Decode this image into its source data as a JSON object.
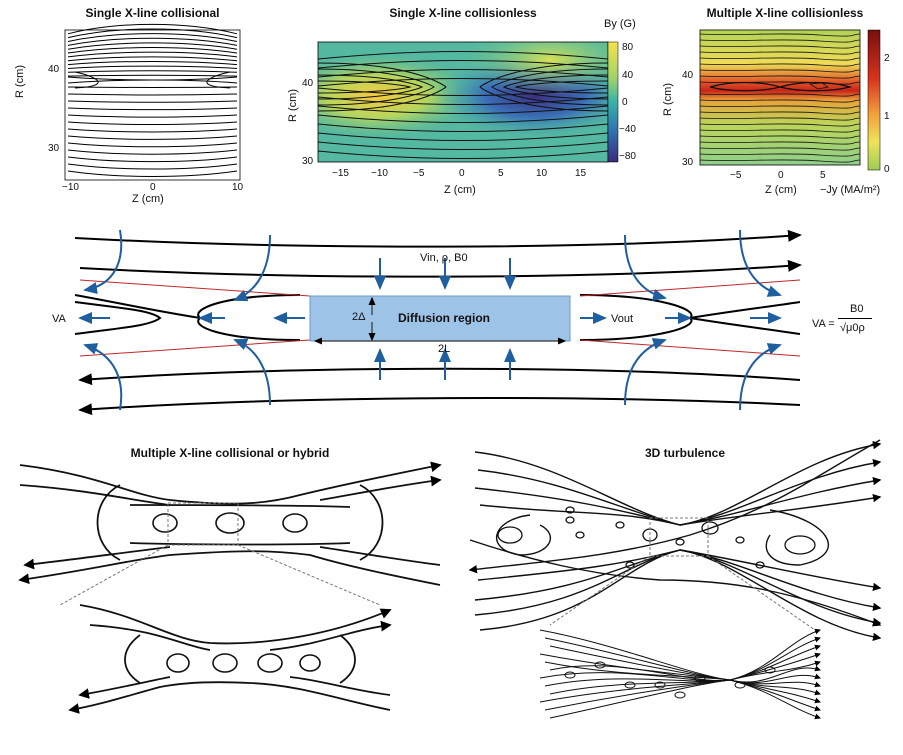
{
  "panels": {
    "collisional": {
      "title": "Single X-line collisional",
      "ylabel": "R (cm)",
      "xlabel": "Z (cm)",
      "yticks": [
        "40",
        "30"
      ],
      "xticks": [
        "−10",
        "0",
        "10"
      ]
    },
    "collisionless": {
      "title": "Single X-line collisionless",
      "ylabel": "R (cm)",
      "xlabel": "Z (cm)",
      "yticks": [
        "40",
        "30"
      ],
      "xticks": [
        "−15",
        "−10",
        "−5",
        "0",
        "5",
        "10",
        "15"
      ],
      "colorbar_label": "By (G)",
      "colorbar_ticks": [
        "80",
        "40",
        "0",
        "−40",
        "−80"
      ],
      "colors": [
        "#f7e24a",
        "#9fd36b",
        "#37b3a6",
        "#2f6fb0",
        "#3b2a7a"
      ]
    },
    "multiple_collisionless": {
      "title": "Multiple X-line collisionless",
      "ylabel": "R (cm)",
      "xlabel": "Z (cm)",
      "yticks": [
        "40",
        "30"
      ],
      "xticks": [
        "−5",
        "0",
        "5"
      ],
      "colorbar_label": "−Jy (MA/m²)",
      "colorbar_ticks": [
        "2",
        "1",
        "0"
      ],
      "colors": [
        "#7a0d0d",
        "#d8341e",
        "#f3a03a",
        "#eee35a",
        "#9ccc55"
      ]
    }
  },
  "sweet_parker": {
    "diffusion_label": "Diffusion region",
    "inflow_label": "Vin, ρ, B0",
    "width_label": "2Δ",
    "length_label": "2L",
    "vout_label": "Vout",
    "va_left_label": "VA",
    "va_formula_left": "VA =",
    "va_formula_num": "B0",
    "va_formula_den": "√μ0ρ",
    "colors": {
      "box": "#9dc3e6",
      "arrows": "#1f5fa0",
      "separatrix": "#c0282a"
    }
  },
  "lower_panels": {
    "hybrid_title": "Multiple X-line collisional or hybrid",
    "turbulence_title": "3D turbulence"
  }
}
